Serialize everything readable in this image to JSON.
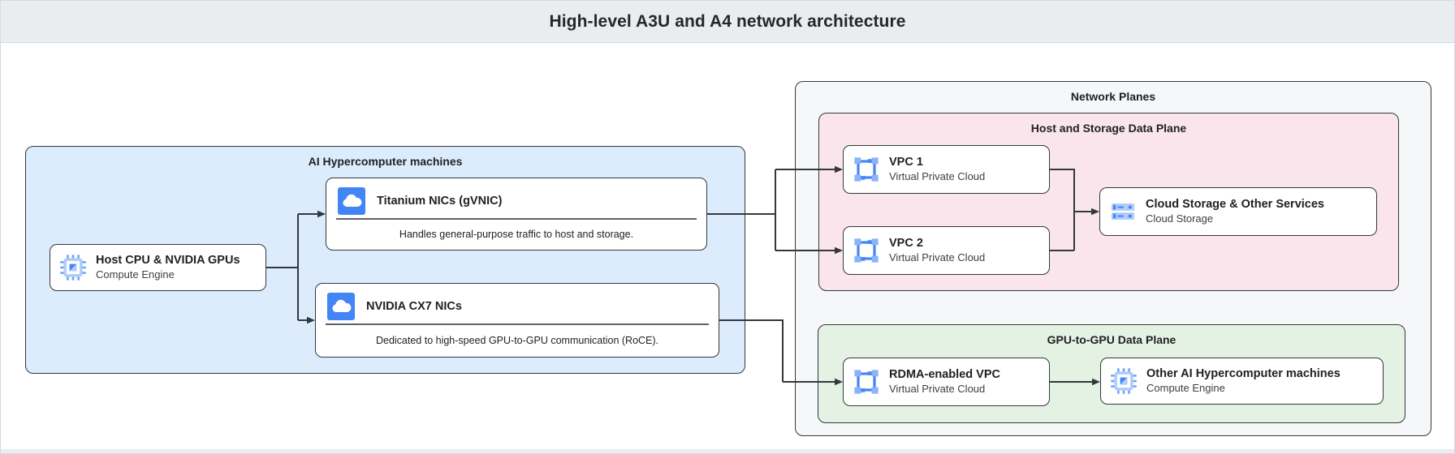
{
  "header": {
    "title": "High-level A3U and A4 network architecture"
  },
  "colors": {
    "accent_blue": "#4285f4",
    "icon_light_blue": "#aecbfa",
    "light_blue_fill": "#ddecfc",
    "pink_fill": "#fbe5ec",
    "green_fill": "#e4f2e4",
    "gray_fill": "#f6f7f8",
    "header_fill": "#e9edef",
    "frame_border": "#d5dade",
    "line": "#33383c"
  },
  "groups": {
    "ai_machines": {
      "label": "AI Hypercomputer machines"
    },
    "network_planes": {
      "label": "Network Planes"
    },
    "host_storage_plane": {
      "label": "Host and Storage Data Plane"
    },
    "gpu_plane": {
      "label": "GPU-to-GPU Data Plane"
    }
  },
  "nodes": {
    "host_cpu": {
      "title": "Host CPU & NVIDIA GPUs",
      "subtitle": "Compute Engine",
      "icon": "compute-engine-icon"
    },
    "titanium_nic": {
      "title": "Titanium NICs (gVNIC)",
      "description": "Handles general-purpose traffic to host and storage.",
      "icon": "cloud-icon"
    },
    "cx7_nic": {
      "title": "NVIDIA CX7 NICs",
      "description": "Dedicated to high-speed GPU-to-GPU communication (RoCE).",
      "icon": "cloud-icon"
    },
    "vpc1": {
      "title": "VPC 1",
      "subtitle": "Virtual Private Cloud",
      "icon": "vpc-icon"
    },
    "vpc2": {
      "title": "VPC 2",
      "subtitle": "Virtual Private Cloud",
      "icon": "vpc-icon"
    },
    "cloud_storage": {
      "title": "Cloud Storage & Other Services",
      "subtitle": "Cloud Storage",
      "icon": "cloud-storage-icon"
    },
    "rdma_vpc": {
      "title": "RDMA-enabled VPC",
      "subtitle": "Virtual Private Cloud",
      "icon": "vpc-icon"
    },
    "other_machines": {
      "title": "Other AI Hypercomputer machines",
      "subtitle": "Compute Engine",
      "icon": "compute-engine-icon"
    }
  }
}
